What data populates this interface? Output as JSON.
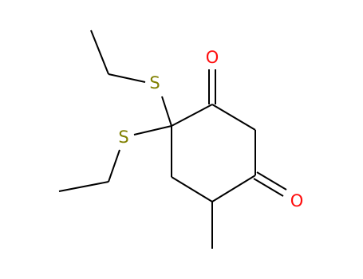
{
  "molecule": {
    "atoms": [
      {
        "id": "o1",
        "symbol": "O",
        "color": "#ff0d0d"
      },
      {
        "id": "o2",
        "symbol": "O",
        "color": "#ff0d0d"
      },
      {
        "id": "s1",
        "symbol": "S",
        "color": "#808000"
      },
      {
        "id": "s2",
        "symbol": "S",
        "color": "#808000"
      }
    ],
    "bond_color": "#000000"
  }
}
